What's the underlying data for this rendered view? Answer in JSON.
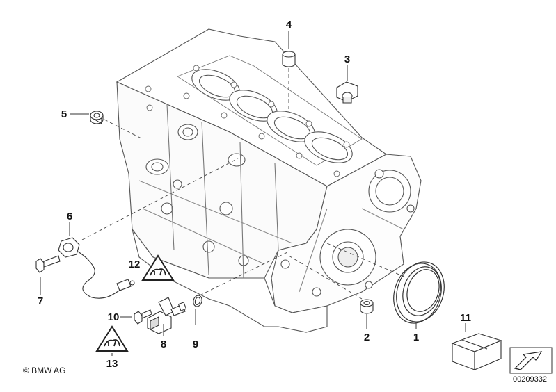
{
  "diagram": {
    "callouts": [
      "1",
      "2",
      "3",
      "4",
      "5",
      "6",
      "7",
      "8",
      "9",
      "10",
      "11",
      "12",
      "13"
    ],
    "copyright": "© BMW AG",
    "diagram_id": "00209332"
  }
}
